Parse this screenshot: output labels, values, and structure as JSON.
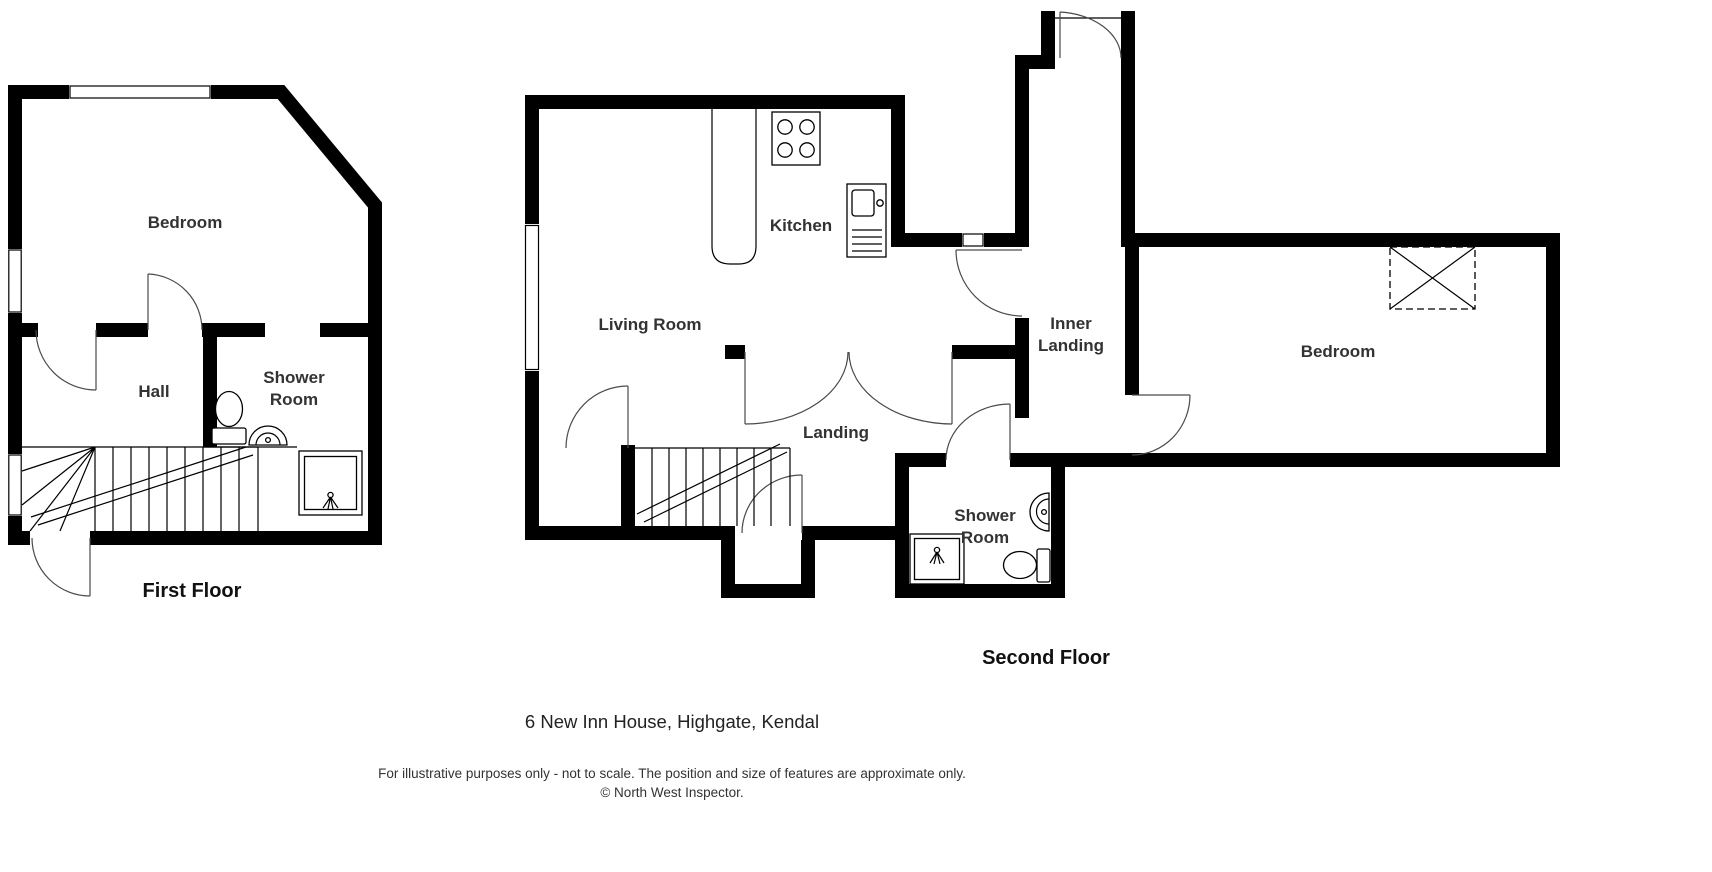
{
  "first_floor": {
    "title": "First Floor",
    "rooms": {
      "bedroom": "Bedroom",
      "hall": "Hall",
      "shower_line1": "Shower",
      "shower_line2": "Room"
    }
  },
  "second_floor": {
    "title": "Second Floor",
    "rooms": {
      "living_room": "Living Room",
      "kitchen": "Kitchen",
      "landing": "Landing",
      "inner_landing_line1": "Inner",
      "inner_landing_line2": "Landing",
      "bedroom": "Bedroom",
      "shower_line1": "Shower",
      "shower_line2": "Room"
    }
  },
  "footer": {
    "address": "6 New Inn House, Highgate, Kendal",
    "disclaimer": "For illustrative purposes only - not to scale. The position and size of features are approximate only.",
    "copyright": "© North West Inspector."
  },
  "colors": {
    "wall": "#000000",
    "thin_line": "#000000",
    "door_arc": "#4a4a4a",
    "room_text": "#333333",
    "title_text": "#111111",
    "background": "#ffffff"
  }
}
